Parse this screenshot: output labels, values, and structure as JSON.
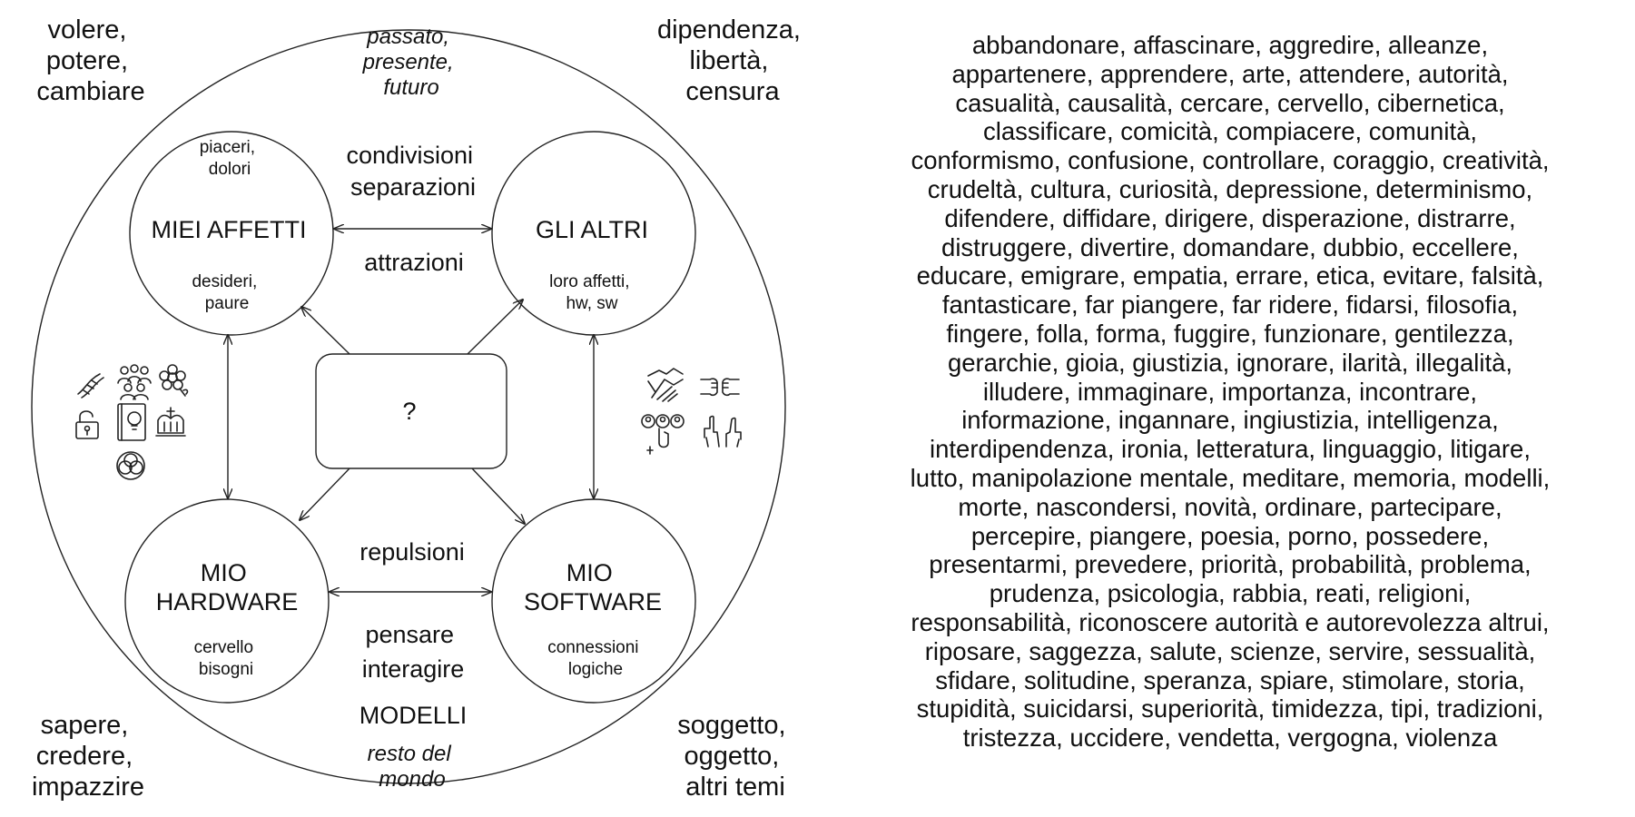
{
  "corners": {
    "top_left": [
      "volere,",
      "potere,",
      "cambiare"
    ],
    "top_right": [
      "dipendenza,",
      "libertà,",
      "censura"
    ],
    "bottom_left": [
      "sapere,",
      "credere,",
      "impazzire"
    ],
    "bottom_right": [
      "soggetto,",
      "oggetto,",
      "altri temi"
    ]
  },
  "outer_circle": {
    "top": [
      "passato,",
      "presente,",
      "futuro"
    ],
    "bottom": [
      "resto del",
      "mondo"
    ]
  },
  "nodes": {
    "affetti": {
      "title": "MIEI AFFETTI",
      "top": [
        "piaceri,",
        "dolori"
      ],
      "bottom": [
        "desideri,",
        "paure"
      ]
    },
    "altri": {
      "title": "GLI ALTRI",
      "bottom": [
        "loro affetti,",
        "hw, sw"
      ]
    },
    "hardware": {
      "title": [
        "MIO",
        "HARDWARE"
      ],
      "bottom": [
        "cervello",
        "bisogni"
      ]
    },
    "software": {
      "title": [
        "MIO",
        "SOFTWARE"
      ],
      "bottom": [
        "connessioni",
        "logiche"
      ]
    },
    "center": {
      "label": "?"
    }
  },
  "relations": {
    "top": [
      "condivisioni",
      "separazioni"
    ],
    "middle": "attrazioni",
    "bottom": "repulsioni",
    "lower": [
      "pensare",
      "interagire"
    ],
    "models": "MODELLI"
  },
  "icons": {
    "left": [
      "dna-icon",
      "people-group-icon",
      "flower-icon",
      "open-lock-icon",
      "idea-book-icon",
      "crown-icon",
      "flower-of-life-icon"
    ],
    "right": [
      "handshake-icon",
      "fist-bump-icon",
      "voting-people-icon",
      "pointing-hands-icon"
    ]
  },
  "word_list": [
    "abbandonare, affascinare, aggredire, alleanze,",
    "appartenere, apprendere, arte, attendere, autorità,",
    "casualità, causalità, cercare, cervello, cibernetica,",
    "classificare, comicità, compiacere, comunità,",
    "conformismo, confusione, controllare, coraggio, creatività,",
    "crudeltà, cultura, curiosità, depressione, determinismo,",
    "difendere, diffidare, dirigere, disperazione, distrarre,",
    "distruggere, divertire, domandare, dubbio, eccellere,",
    "educare, emigrare, empatia, errare, etica, evitare, falsità,",
    "fantasticare, far piangere, far ridere, fidarsi, filosofia,",
    "fingere, folla, forma, fuggire, funzionare, gentilezza,",
    "gerarchie, gioia, giustizia, ignorare, ilarità, illegalità,",
    "illudere, immaginare, importanza, incontrare,",
    "informazione, ingannare, ingiustizia, intelligenza,",
    "interdipendenza, ironia, letteratura, linguaggio, litigare,",
    "lutto, manipolazione mentale, meditare, memoria, modelli,",
    "morte, nascondersi, novità, ordinare, partecipare,",
    "percepire, piangere, poesia, porno, possedere,",
    "presentarmi, prevedere, priorità, probabilità, problema,",
    "prudenza, psicologia, rabbia, reati, religioni,",
    "responsabilità, riconoscere autorità e autorevolezza altrui,",
    "riposare, saggezza, salute, scienze, servire, sessualità,",
    "sfidare, solitudine, speranza, spiare, stimolare, storia,",
    "stupidità, suicidarsi, superiorità, timidezza, tipi, tradizioni,",
    "tristezza, uccidere, vendetta, vergogna, violenza"
  ]
}
